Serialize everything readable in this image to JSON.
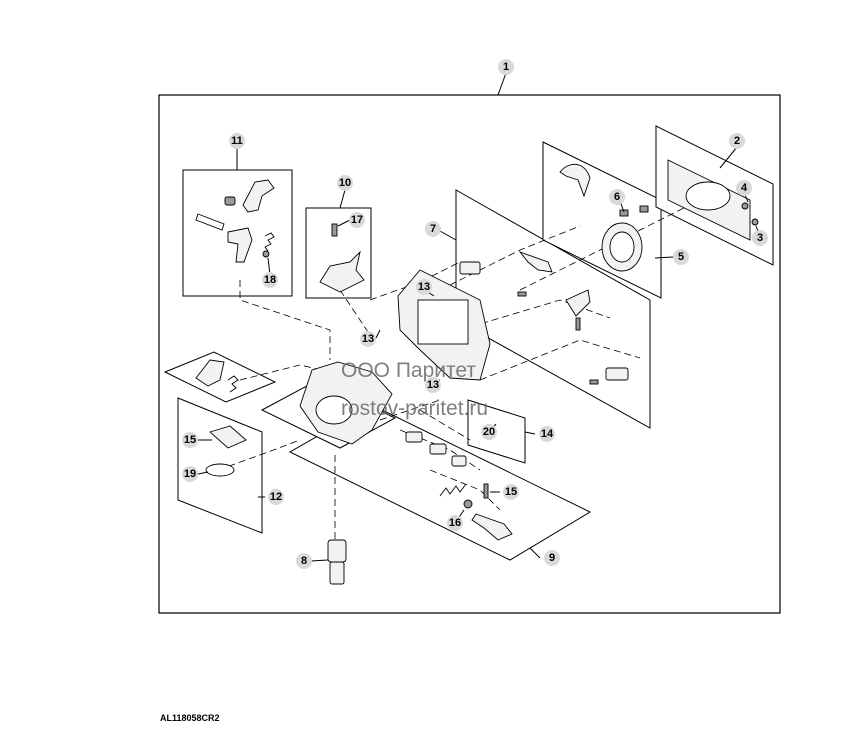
{
  "figure_id": "AL118058CR2",
  "watermark": {
    "line1": "ООО Паритет",
    "line2": "rostov-paritet.ru"
  },
  "callouts": [
    {
      "id": "c1",
      "label": "1"
    },
    {
      "id": "c2",
      "label": "2"
    },
    {
      "id": "c3",
      "label": "3"
    },
    {
      "id": "c4",
      "label": "4"
    },
    {
      "id": "c5",
      "label": "5"
    },
    {
      "id": "c6",
      "label": "6"
    },
    {
      "id": "c7",
      "label": "7"
    },
    {
      "id": "c8",
      "label": "8"
    },
    {
      "id": "c9",
      "label": "9"
    },
    {
      "id": "c10",
      "label": "10"
    },
    {
      "id": "c11",
      "label": "11"
    },
    {
      "id": "c12",
      "label": "12"
    },
    {
      "id": "c13a",
      "label": "13"
    },
    {
      "id": "c13b",
      "label": "13"
    },
    {
      "id": "c13c",
      "label": "13"
    },
    {
      "id": "c14",
      "label": "14"
    },
    {
      "id": "c15a",
      "label": "15"
    },
    {
      "id": "c15b",
      "label": "15"
    },
    {
      "id": "c16",
      "label": "16"
    },
    {
      "id": "c17",
      "label": "17"
    },
    {
      "id": "c18",
      "label": "18"
    },
    {
      "id": "c19",
      "label": "19"
    },
    {
      "id": "c20",
      "label": "20"
    }
  ]
}
